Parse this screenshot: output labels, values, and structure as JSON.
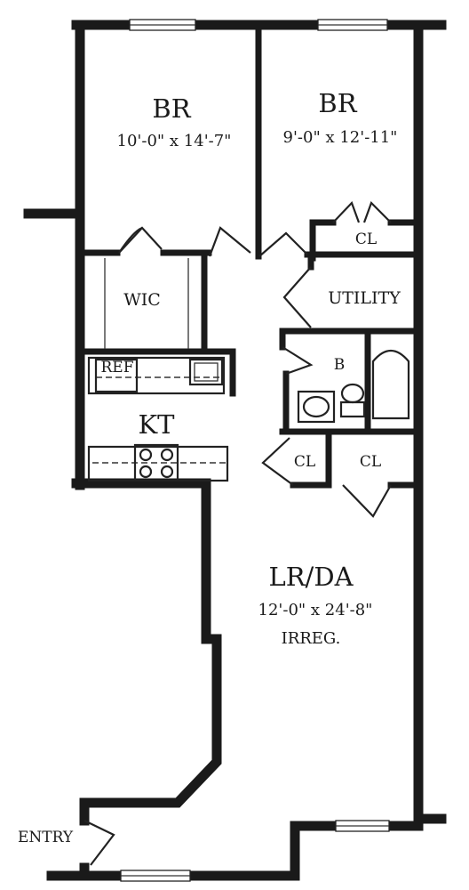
{
  "rooms": {
    "br1": {
      "name": "BR",
      "size": "10'-0\" x 14'-7\""
    },
    "br2": {
      "name": "BR",
      "size": "9'-0\" x 12'-11\""
    },
    "cl_top": {
      "name": "CL"
    },
    "wic": {
      "name": "WIC"
    },
    "utility": {
      "name": "UTILITY"
    },
    "ref": {
      "name": "REF"
    },
    "bath": {
      "name": "B"
    },
    "kt": {
      "name": "KT"
    },
    "cl_left": {
      "name": "CL"
    },
    "cl_right": {
      "name": "CL"
    },
    "lrda": {
      "name": "LR/DA",
      "size": "12'-0\" x 24'-8\"",
      "note": "IRREG."
    },
    "entry": {
      "name": "ENTRY"
    }
  }
}
